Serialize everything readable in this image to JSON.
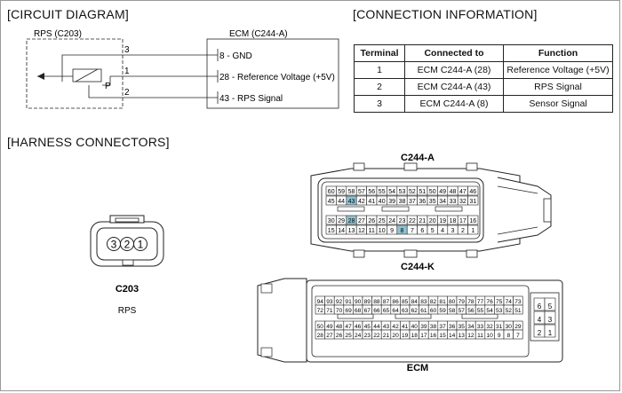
{
  "headings": {
    "circuit": "[CIRCUIT DIAGRAM]",
    "connection": "[CONNECTION INFORMATION]",
    "harness": "[HARNESS CONNECTORS]"
  },
  "circuit": {
    "sensor_label": "RPS (C203)",
    "ecm_label": "ECM (C244-A)",
    "sensor_element": "P",
    "wires": [
      {
        "pin": "3",
        "ecm_pin": "8",
        "desc": " - GND"
      },
      {
        "pin": "1",
        "ecm_pin": "28",
        "desc": " - Reference Voltage (+5V)"
      },
      {
        "pin": "2",
        "ecm_pin": "43",
        "desc": " - RPS Signal"
      }
    ]
  },
  "connection_table": {
    "headers": [
      "Terminal",
      "Connected to",
      "Function"
    ],
    "rows": [
      [
        "1",
        "ECM C244-A (28)",
        "Reference Voltage (+5V)"
      ],
      [
        "2",
        "ECM C244-A (43)",
        "RPS Signal"
      ],
      [
        "3",
        "ECM C244-A (8)",
        "Sensor Signal"
      ]
    ]
  },
  "c203": {
    "title": "C203",
    "subtitle": "RPS",
    "pins": [
      "3",
      "2",
      "1"
    ]
  },
  "c244a": {
    "title": "C244-A",
    "highlight_color": "#8fc3d3",
    "rows": [
      [
        "60",
        "59",
        "58",
        "57",
        "56",
        "55",
        "54",
        "53",
        "52",
        "51",
        "50",
        "49",
        "48",
        "47",
        "46"
      ],
      [
        "45",
        "44",
        "43",
        "42",
        "41",
        "40",
        "39",
        "38",
        "37",
        "36",
        "35",
        "34",
        "33",
        "32",
        "31"
      ],
      [
        "30",
        "29",
        "28",
        "27",
        "26",
        "25",
        "24",
        "23",
        "22",
        "21",
        "20",
        "19",
        "18",
        "17",
        "16"
      ],
      [
        "15",
        "14",
        "13",
        "12",
        "11",
        "10",
        "9",
        "8",
        "7",
        "6",
        "5",
        "4",
        "3",
        "2",
        "1"
      ]
    ],
    "highlighted": [
      "43",
      "28",
      "8"
    ]
  },
  "c244k": {
    "title": "C244-K",
    "subtitle": "ECM",
    "rows": [
      [
        "94",
        "93",
        "92",
        "91",
        "90",
        "89",
        "88",
        "87",
        "86",
        "85",
        "84",
        "83",
        "82",
        "81",
        "80",
        "79",
        "78",
        "77",
        "76",
        "75",
        "74",
        "73"
      ],
      [
        "72",
        "71",
        "70",
        "69",
        "68",
        "67",
        "66",
        "65",
        "64",
        "63",
        "62",
        "61",
        "60",
        "59",
        "58",
        "57",
        "56",
        "55",
        "54",
        "53",
        "52",
        "51"
      ],
      [
        "50",
        "49",
        "48",
        "47",
        "46",
        "45",
        "44",
        "43",
        "42",
        "41",
        "40",
        "39",
        "38",
        "37",
        "36",
        "35",
        "34",
        "33",
        "32",
        "31",
        "30",
        "29"
      ],
      [
        "28",
        "27",
        "26",
        "25",
        "24",
        "23",
        "22",
        "21",
        "20",
        "19",
        "18",
        "17",
        "16",
        "15",
        "14",
        "13",
        "12",
        "11",
        "10",
        "9",
        "8",
        "7"
      ]
    ],
    "side_pins": [
      [
        "6",
        "5"
      ],
      [
        "4",
        "3"
      ],
      [
        "2",
        "1"
      ]
    ]
  }
}
